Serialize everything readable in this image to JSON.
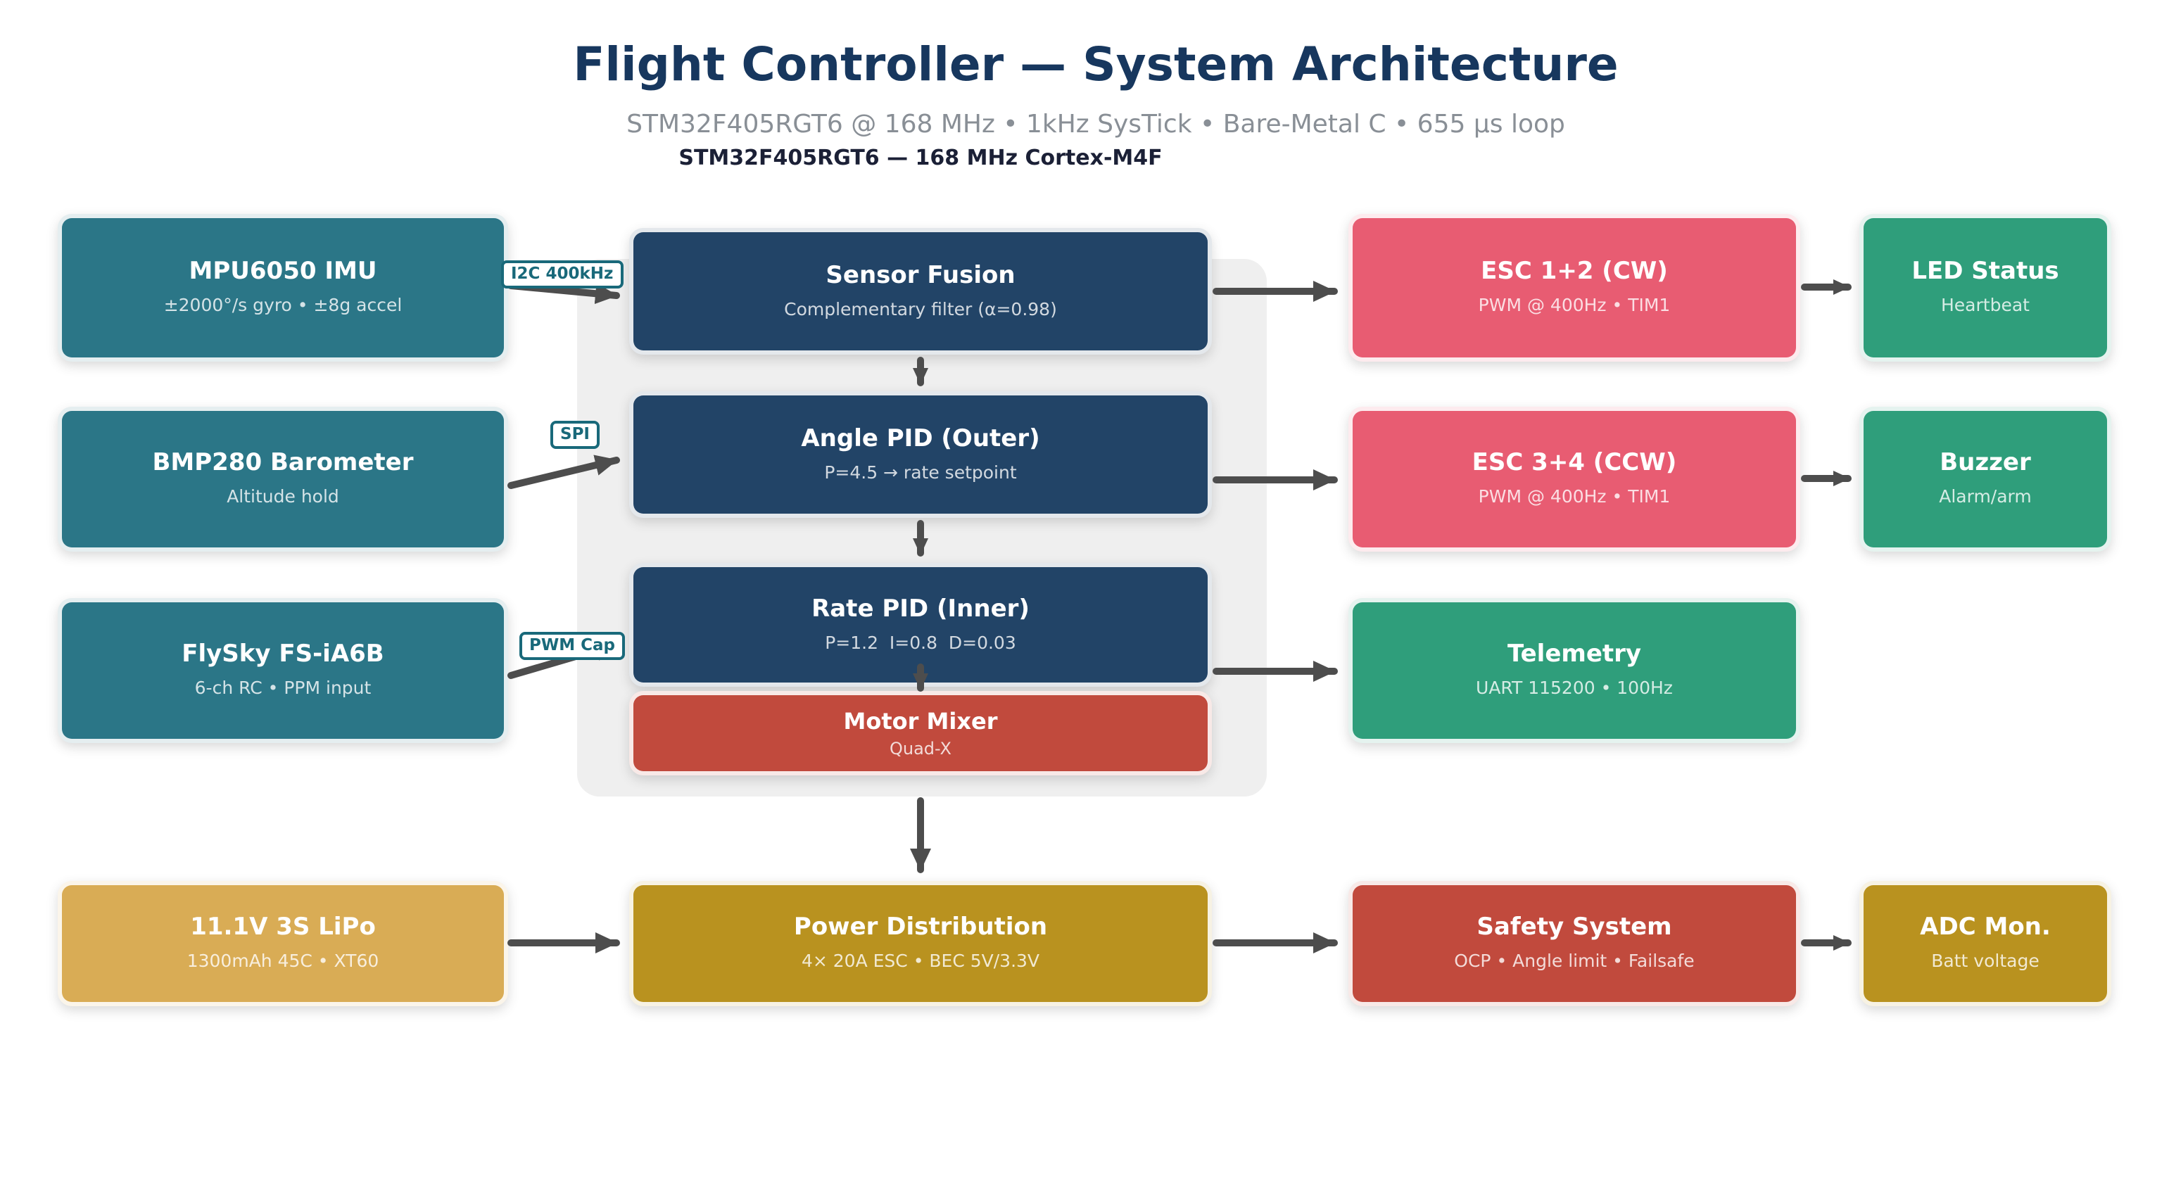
{
  "header": {
    "title": "Flight Controller — System Architecture",
    "subtitle": "STM32F405RGT6 @ 168 MHz  •  1kHz SysTick  •  Bare-Metal C  •  655 µs loop",
    "caption": "STM32F405RGT6 — 168 MHz Cortex-M4F"
  },
  "palette": {
    "teal": "#2B7687",
    "navy": "#224467",
    "pink": "#E85C72",
    "green": "#2F9E7B",
    "red": "#C14A3D",
    "gold_light": "#D9AC55",
    "gold_dark": "#B9921F",
    "panel_gray": "#EFEFEF",
    "arrow_gray": "#4D4D4D",
    "chip_teal": "#19697A",
    "title_navy": "#17375E",
    "subtitle_gray": "#898F96"
  },
  "nodes": {
    "mpu": {
      "title": "MPU6050 IMU",
      "subtitle": "±2000°/s gyro • ±8g accel",
      "color": "teal"
    },
    "bmp": {
      "title": "BMP280 Barometer",
      "subtitle": "Altitude hold",
      "color": "teal"
    },
    "flysky": {
      "title": "FlySky FS-iA6B",
      "subtitle": "6-ch RC • PPM input",
      "color": "teal"
    },
    "lipo": {
      "title": "11.1V 3S LiPo",
      "subtitle": "1300mAh 45C • XT60",
      "color": "gold_light"
    },
    "fusion": {
      "title": "Sensor Fusion",
      "subtitle": "Complementary filter (α=0.98)",
      "color": "navy"
    },
    "angle_pid": {
      "title": "Angle PID (Outer)",
      "subtitle": "P=4.5 → rate setpoint",
      "color": "navy"
    },
    "rate_pid": {
      "title": "Rate PID (Inner)",
      "subtitle": "P=1.2  I=0.8  D=0.03",
      "color": "navy"
    },
    "mixer": {
      "title": "Motor Mixer",
      "subtitle": "Quad-X",
      "color": "red"
    },
    "power": {
      "title": "Power Distribution",
      "subtitle": "4× 20A ESC • BEC 5V/3.3V",
      "color": "gold_dark"
    },
    "esc12": {
      "title": "ESC 1+2 (CW)",
      "subtitle": "PWM @ 400Hz • TIM1",
      "color": "pink"
    },
    "esc34": {
      "title": "ESC 3+4 (CCW)",
      "subtitle": "PWM @ 400Hz • TIM1",
      "color": "pink"
    },
    "telemetry": {
      "title": "Telemetry",
      "subtitle": "UART 115200 • 100Hz",
      "color": "green"
    },
    "safety": {
      "title": "Safety System",
      "subtitle": "OCP • Angle limit • Failsafe",
      "color": "red"
    },
    "led": {
      "title": "LED Status",
      "subtitle": "Heartbeat",
      "color": "green"
    },
    "buzzer": {
      "title": "Buzzer",
      "subtitle": "Alarm/arm",
      "color": "green"
    },
    "adc": {
      "title": "ADC Mon.",
      "subtitle": "Batt voltage",
      "color": "gold_dark"
    }
  },
  "edge_labels": {
    "i2c": {
      "text": "I2C 400kHz"
    },
    "spi": {
      "text": "SPI"
    },
    "pwm_cap": {
      "text": "PWM Cap"
    }
  }
}
